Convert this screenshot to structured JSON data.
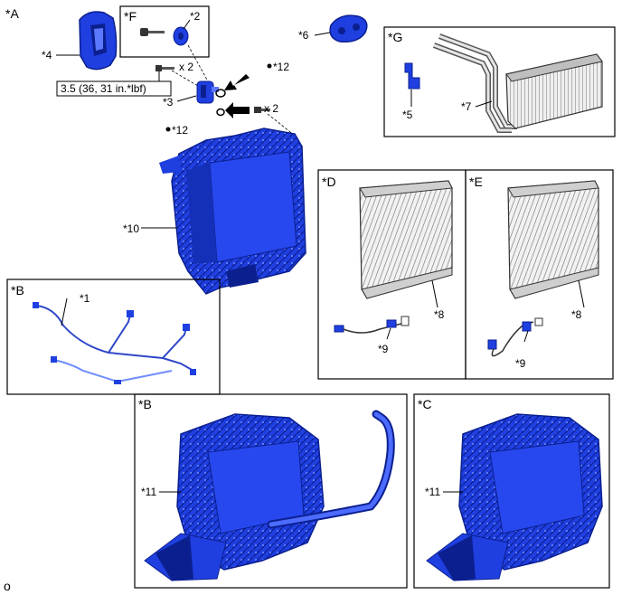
{
  "main_label": "*A",
  "page_code": "o",
  "torque_spec": "3.5 (36, 31 in.*lbf)",
  "qty_screw": "x 2",
  "qty_bolt": "x 2",
  "callouts": {
    "c1": "*1",
    "c2": "*2",
    "c3": "*3",
    "c4": "*4",
    "c5": "*5",
    "c6": "*6",
    "c7": "*7",
    "c8_d": "*8",
    "c8_e": "*8",
    "c9_d": "*9",
    "c9_e": "*9",
    "c10": "*10",
    "c11_b": "*11",
    "c11_c": "*11",
    "c12_top": "*12",
    "c12_bottom": "*12"
  },
  "boxes": {
    "F": "*F",
    "G": "*G",
    "D": "*D",
    "E": "*E",
    "B_harness": "*B",
    "B_unit": "*B",
    "C_unit": "*C"
  },
  "colors": {
    "part_fill": "#1f3fe0",
    "part_dark": "#0b1f8f",
    "part_light": "#5b78ff",
    "line": "#000000",
    "metal": "#d9d9d9"
  }
}
